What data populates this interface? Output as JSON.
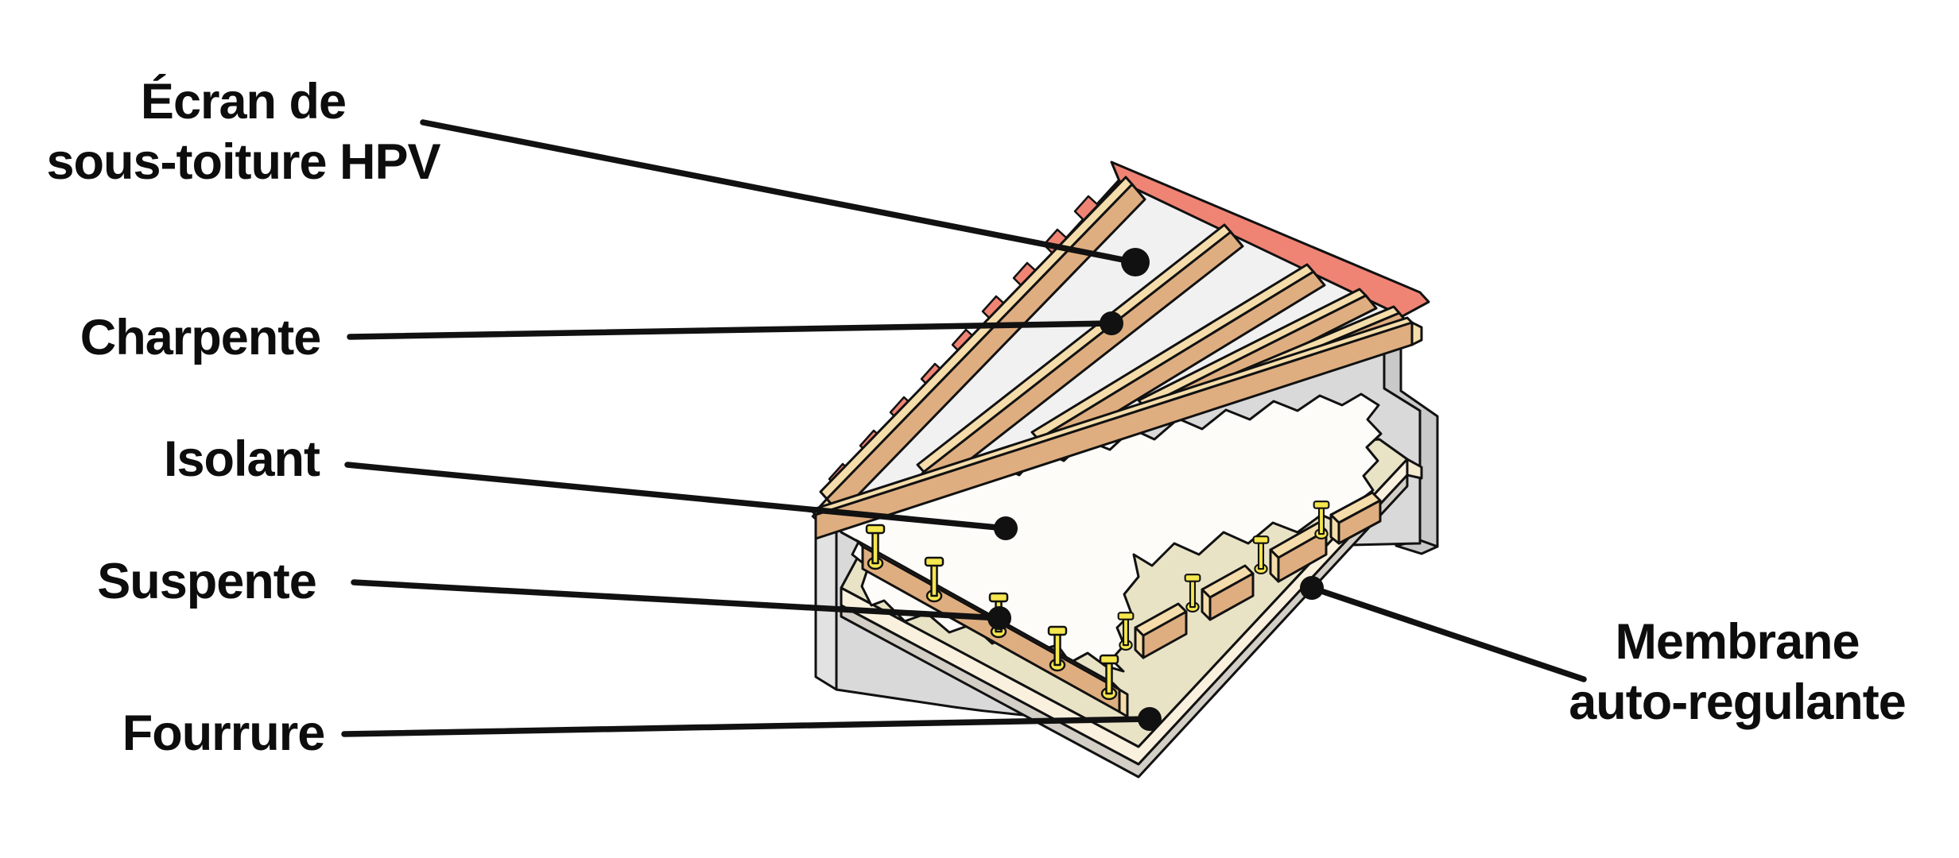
{
  "figure": {
    "type": "technical-diagram",
    "subject": "Coupe de toiture isolée (vue isométrique)",
    "background": "#FFFFFF"
  },
  "labels": {
    "ecran": {
      "line1": "Écran de",
      "line2": "sous-toiture HPV"
    },
    "charpente": {
      "text": "Charpente"
    },
    "isolant": {
      "text": "Isolant"
    },
    "suspente": {
      "text": "Suspente"
    },
    "fourrure": {
      "text": "Fourrure"
    },
    "membrane": {
      "line1": "Membrane",
      "line2": "auto-regulante"
    }
  },
  "colors": {
    "outline": "#111111",
    "screen_red": "#EF8474",
    "wood": "#DFAE80",
    "wood_light": "#F5DDAB",
    "roof_underside": "#F1F1F1",
    "insulation_white": "#FDFCF8",
    "membrane_top": "#E9E3C6",
    "plasterboard_cream": "#F9F1DE",
    "ceiling_edge_gray": "#D3CFC7",
    "wall_light": "#E2E2E2",
    "wall_mid": "#D9D9D9",
    "wall_dark": "#C9C9C9",
    "hanger_yellow": "#F5E74E"
  }
}
